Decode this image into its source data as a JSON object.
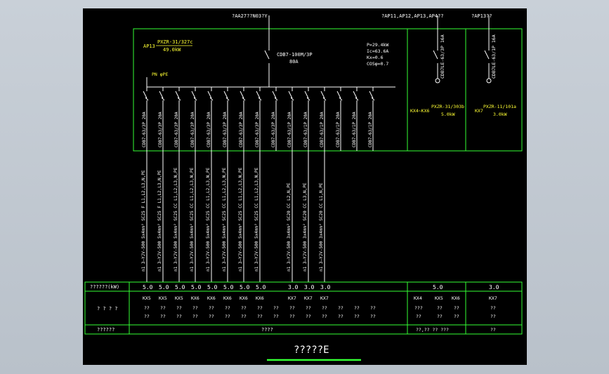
{
  "colors": {
    "frame": "#33ff33",
    "wire": "#ffffff",
    "label": "#ffff33",
    "background": "#000000"
  },
  "incoming": {
    "source_label": "?AA27??N03?Y",
    "feeder_label": "?AP11,AP12,AP13,AP4??",
    "ap13_label": "?AP13??"
  },
  "main_panel": {
    "panel_id": "AP13",
    "model": "PXZR-31/327c",
    "power": "49.0kW",
    "breaker_model": "CDB7-100M/3P",
    "breaker_rating": "80A",
    "calc": [
      "P=29.4kW",
      "Ic=63.6A",
      "Kx=0.6",
      "COSφ=0.7"
    ],
    "bus_label": "PN φPE"
  },
  "feeders": [
    {
      "breaker": "CDB7-63/3P 20A",
      "cable": "n1 3—YJV-500 5x4mm² SC25 F L1,L2,L3,N,PE"
    },
    {
      "breaker": "CDB7-63/3P 20A",
      "cable": "n1 3—YJV-500 5x4mm² SC25 F L1,L2,L3,N,PE"
    },
    {
      "breaker": "CDB7-63/3P 20A",
      "cable": "n1 3—YJV-500 5x4mm² SC25 CC L1,L2,L3,N,PE"
    },
    {
      "breaker": "CDB7-63/3P 20A",
      "cable": "n1 3—YJV-500 5x4mm² SC25 CC L1,L2,L3,N,PE"
    },
    {
      "breaker": "CDB7-63/3P 20A",
      "cable": "n1 3—YJV-500 5x4mm² SC25 CC L1,L2,L3,N,PE"
    },
    {
      "breaker": "CDB7-63/3P 20A",
      "cable": "n1 3—YJV-500 5x4mm² SC25 CC L1,L2,L3,N,PE"
    },
    {
      "breaker": "CDB7-63/3P 20A",
      "cable": "n1 3—YJV-500 5x4mm² SC25 CC L1,L2,L3,N,PE"
    },
    {
      "breaker": "CDB7-63/3P 20A",
      "cable": "n1 3—YJV-500 5x4mm² SC25 CC L1,L2,L3,N,PE"
    },
    {
      "breaker": "CDB7-63/3P 20A",
      "cable": ""
    },
    {
      "breaker": "CDB7-63/1P 20A",
      "cable": "n1 3—YJV-500 3x4mm² SC20 CC L2,N,PE"
    },
    {
      "breaker": "CDB7-63/1P 20A",
      "cable": "n1 3—YJV-500 3x4mm² SC20 CC L3,N,PE"
    },
    {
      "breaker": "CDB7-63/1P 20A",
      "cable": "n1 3—YJV-500 3x4mm² SC20 CC L1,N,PE"
    },
    {
      "breaker": "CDB7-63/1P 20A",
      "cable": ""
    },
    {
      "breaker": "CDB7-63/1P 20A",
      "cable": ""
    },
    {
      "breaker": "CDB7-63/1P 20A",
      "cable": ""
    }
  ],
  "right_panels": [
    {
      "breaker": "CDB7LE-63/3P 16A",
      "panel": "KX4~KX6",
      "model": "PXZR-31/303b",
      "power": "5.0kW"
    },
    {
      "breaker": "CDB7LE-63/1P 16A",
      "panel": "KX7",
      "model": "PXZR-11/101a",
      "power": "3.0kW"
    }
  ],
  "table": {
    "row1_header": "??????(kW)",
    "row2_header": "? ? ? ?",
    "row3_header": "??????",
    "powers": [
      "5.0",
      "5.0",
      "5.0",
      "5.0",
      "5.0",
      "5.0",
      "5.0",
      "5.0",
      "",
      "3.0",
      "3.0",
      "3.0",
      "",
      "",
      ""
    ],
    "kx_codes": [
      "KX5",
      "KX5",
      "KX5",
      "KX6",
      "KX6",
      "KX6",
      "KX6",
      "KX6",
      "",
      "KX7",
      "KX7",
      "KX7",
      "",
      "",
      ""
    ],
    "notes1": [
      "??",
      "??",
      "??",
      "??",
      "??",
      "??",
      "??",
      "??",
      "??",
      "??",
      "??",
      "??",
      "??",
      "??",
      "??"
    ],
    "right_power_a": "5.0",
    "right_power_b": "3.0",
    "right_codes": [
      "KX4",
      "KX5",
      "KX6",
      "KX7"
    ],
    "right_notes1": [
      "???",
      "??",
      "??",
      "??"
    ],
    "right_notes2": [
      "??",
      "??",
      "??",
      "??"
    ],
    "row3_main": "????",
    "row3_right_a": "??,?? ?? ???",
    "row3_right_b": "??"
  },
  "drawing_title": "?????E"
}
